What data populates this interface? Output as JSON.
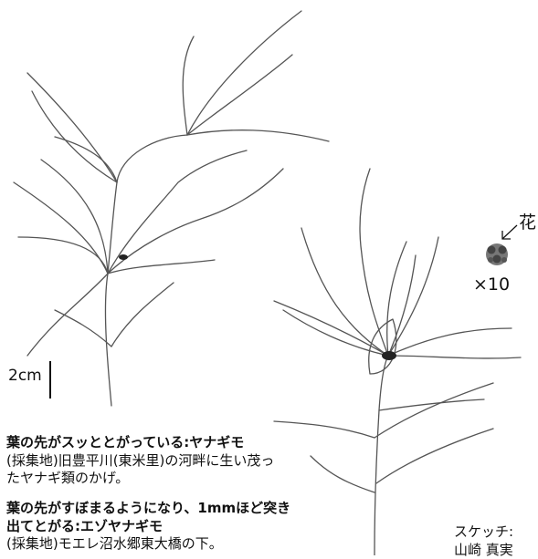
{
  "scale": {
    "label": "2cm"
  },
  "flower": {
    "label": "花",
    "magnification": "×10"
  },
  "species1": {
    "title": "葉の先がスッととがっている:ヤナギモ",
    "line1": "(採集地)旧豊平川(東米里)の河畔に生い茂っ",
    "line2": "たヤナギ類のかげ。"
  },
  "species2": {
    "title_line1": "葉の先がすぼまるようになり、1mmほど突き",
    "title_line2": "出てとがる:エゾヤナギモ",
    "line1": "(採集地)モエレ沼水郷東大橋の下。"
  },
  "credit": {
    "label": "スケッチ:",
    "name": "山崎 真実"
  },
  "colors": {
    "ink": "#111111",
    "line": "#555555",
    "background": "#ffffff"
  }
}
